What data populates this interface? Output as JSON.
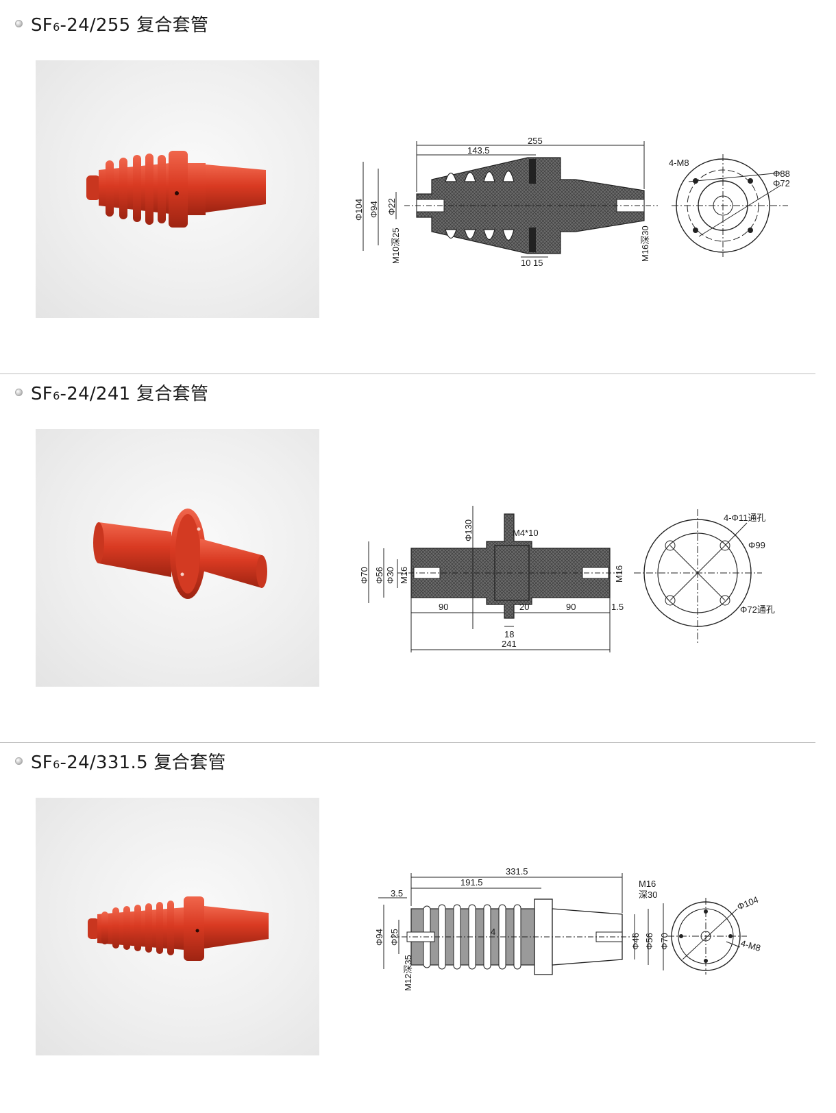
{
  "colors": {
    "product_red": "#d93a22",
    "divider": "#bdbdbd"
  },
  "sections": [
    {
      "title_main": "SF",
      "title_sub": "6",
      "title_rest": "-24/255 复合套管",
      "dims": {
        "len_total": "255",
        "len_part": "143.5",
        "d_outer": "Φ104",
        "d_body": "Φ94",
        "d_bore": "Φ22",
        "thread_left": "M10深25",
        "thread_right": "M16深30",
        "flange_a": "10",
        "flange_b": "15",
        "bolts": "4-M8",
        "pcd_outer": "Φ88",
        "pcd_inner": "Φ72"
      }
    },
    {
      "title_main": "SF",
      "title_sub": "6",
      "title_rest": "-24/241 复合套管",
      "dims": {
        "stud": "M4*10",
        "d_flange": "Φ130",
        "d_a": "Φ70",
        "d_b": "Φ56",
        "d_c": "Φ30",
        "thread_left": "M16",
        "thread_right": "M16",
        "len_left": "90",
        "len_mid": "20",
        "len_right": "90",
        "len_gap": "1.5",
        "flange_w": "18",
        "len_total": "241",
        "holes": "4-Φ11通孔",
        "pcd": "Φ99",
        "hole_circle": "Φ72通孔"
      }
    },
    {
      "title_main": "SF",
      "title_sub": "6",
      "title_rest": "-24/331.5 复合套管",
      "dims": {
        "len_total": "331.5",
        "len_part": "191.5",
        "gap": "3.5",
        "d_body": "Φ94",
        "d_bore": "Φ25",
        "thread_left": "M12深35",
        "thread_right_a": "M16",
        "thread_right_b": "深30",
        "d_right_a": "Φ46",
        "d_right_b": "Φ56",
        "d_right_c": "Φ70",
        "pcd": "Φ104",
        "bolts": "4-M8",
        "mark": "4"
      }
    }
  ]
}
